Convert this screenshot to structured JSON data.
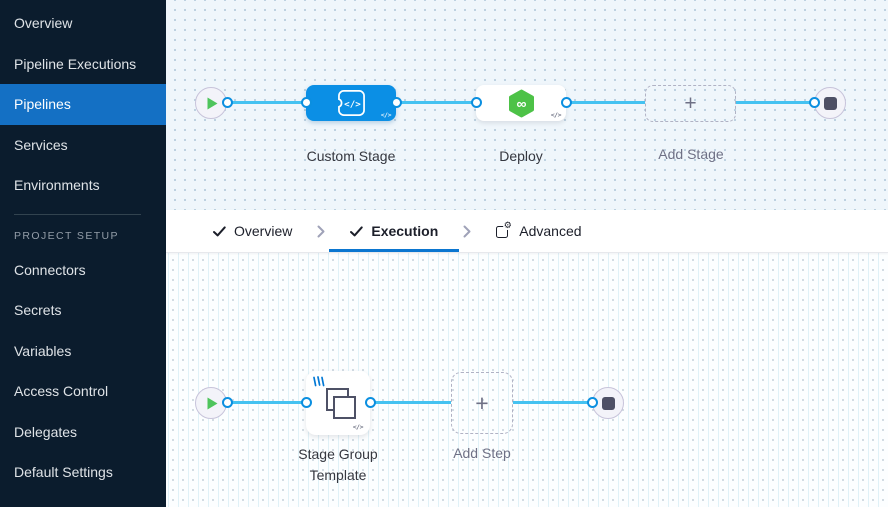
{
  "sidebar": {
    "items": [
      {
        "label": "Overview",
        "active": false
      },
      {
        "label": "Pipeline Executions",
        "active": false
      },
      {
        "label": "Pipelines",
        "active": true
      },
      {
        "label": "Services",
        "active": false
      },
      {
        "label": "Environments",
        "active": false
      }
    ],
    "section_label": "PROJECT SETUP",
    "section_items": [
      {
        "label": "Connectors"
      },
      {
        "label": "Secrets"
      },
      {
        "label": "Variables"
      },
      {
        "label": "Access Control"
      },
      {
        "label": "Delegates"
      },
      {
        "label": "Default Settings"
      }
    ]
  },
  "tabs": {
    "overview": "Overview",
    "execution": "Execution",
    "advanced": "Advanced",
    "active_tab": "Execution"
  },
  "stage_pipeline": {
    "stages": [
      {
        "name": "Custom Stage",
        "icon": "custom-stage-icon",
        "color": "#0b8fe5"
      },
      {
        "name": "Deploy",
        "icon": "cd-hexagon-icon",
        "color": "#4dc247"
      }
    ],
    "add_label": "Add Stage",
    "code_badge": "</>"
  },
  "execution_pipeline": {
    "stages": [
      {
        "name": "Stage Group Template",
        "icon": "stage-group-icon"
      }
    ],
    "add_label": "Add Step",
    "code_badge": "</>"
  },
  "colors": {
    "sidebar_bg": "#0b1c2d",
    "active_item_bg": "#1470c4",
    "wire_blue": "#45c2f1",
    "port_border": "#0b8fe0",
    "custom_stage_blue": "#0b8fe5",
    "deploy_green": "#4dc247",
    "tab_underline": "#0b76d0",
    "canvas_top_bg": "#eff6fb",
    "canvas_bottom_bg": "#fcfeff"
  }
}
